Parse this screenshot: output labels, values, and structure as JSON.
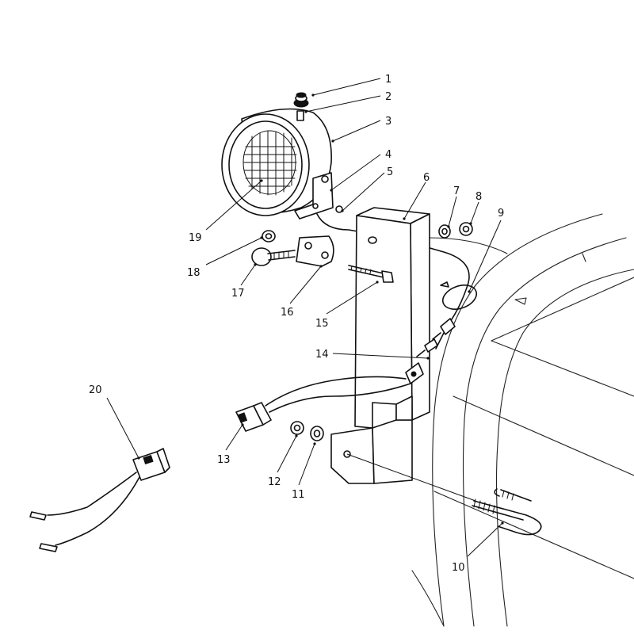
{
  "callouts": [
    {
      "id": 1,
      "label": "1"
    },
    {
      "id": 2,
      "label": "2"
    },
    {
      "id": 3,
      "label": "3"
    },
    {
      "id": 4,
      "label": "4"
    },
    {
      "id": 5,
      "label": "5"
    },
    {
      "id": 6,
      "label": "6"
    },
    {
      "id": 7,
      "label": "7"
    },
    {
      "id": 8,
      "label": "8"
    },
    {
      "id": 9,
      "label": "9"
    },
    {
      "id": 10,
      "label": "10"
    },
    {
      "id": 11,
      "label": "11"
    },
    {
      "id": 12,
      "label": "12"
    },
    {
      "id": 13,
      "label": "13"
    },
    {
      "id": 14,
      "label": "14"
    },
    {
      "id": 15,
      "label": "15"
    },
    {
      "id": 16,
      "label": "16"
    },
    {
      "id": 17,
      "label": "17"
    },
    {
      "id": 18,
      "label": "18"
    },
    {
      "id": 19,
      "label": "19"
    },
    {
      "id": 20,
      "label": "20"
    }
  ]
}
